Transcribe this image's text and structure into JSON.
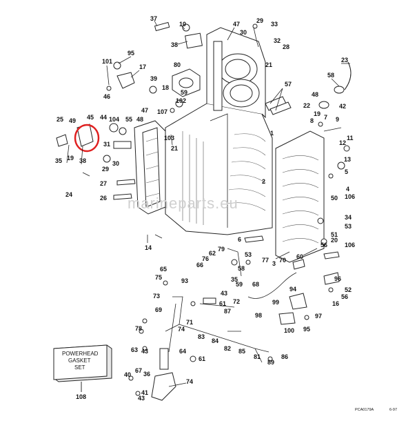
{
  "diagram": {
    "gasket_box_lines": [
      "POWERHEAD",
      "GASKET",
      "SET"
    ],
    "gasket_box_ref": "108",
    "figure_code": "PCA0179A",
    "figure_rev": "6-97",
    "watermark": "marineparts.eu",
    "highlight_color": "#e02020",
    "callouts": {
      "c37": "37",
      "c10": "10",
      "c38": "38",
      "c47": "47",
      "c29": "29",
      "c33": "33",
      "c30": "30",
      "c32": "32",
      "c28": "28",
      "c95": "95",
      "c101": "101",
      "c17": "17",
      "c46": "46",
      "c80": "80",
      "c39": "39",
      "c18": "18",
      "c59": "59",
      "c102": "102",
      "c107": "107",
      "c21a": "21",
      "c23": "23",
      "c58": "58",
      "c42": "42",
      "c57": "57",
      "c48": "48",
      "c22": "22",
      "c19b": "19",
      "c7": "7",
      "c8": "8",
      "c9": "9",
      "c11": "11",
      "c12": "12",
      "c25": "25",
      "c49": "49",
      "c45": "45",
      "c44": "44",
      "c104": "104",
      "c55": "55",
      "c47b": "47",
      "c48b": "48",
      "c35": "35",
      "c19": "19",
      "c38b": "38",
      "c31": "31",
      "c103": "103",
      "c21b": "21",
      "c29b": "29",
      "c30b": "30",
      "c27": "27",
      "c26": "26",
      "c24": "24",
      "c1": "1",
      "c2": "2",
      "c13": "13",
      "c5": "5",
      "c4": "4",
      "c50": "50",
      "c106": "106",
      "c34": "34",
      "c53": "53",
      "c51": "51",
      "c20": "20",
      "c56": "56",
      "c106b": "106",
      "c14": "14",
      "c79": "79",
      "c62": "62",
      "c76": "76",
      "c66": "66",
      "c60": "60",
      "c6": "6",
      "c53b": "53",
      "c77": "77",
      "c3": "3",
      "c70": "70",
      "c58b": "58",
      "c59b": "59",
      "c68": "68",
      "c35b": "35",
      "c65": "65",
      "c75": "75",
      "c93": "93",
      "c43": "43",
      "c61": "61",
      "c72": "72",
      "c73": "73",
      "c69": "69",
      "c87": "87",
      "c99": "99",
      "c94": "94",
      "c96": "96",
      "c52": "52",
      "c56b": "56",
      "c16": "16",
      "c97": "97",
      "c98": "98",
      "c100": "100",
      "c95b": "95",
      "c78": "78",
      "c71": "71",
      "c74": "74",
      "c83": "83",
      "c84": "84",
      "c82": "82",
      "c85": "85",
      "c81": "81",
      "c89": "89",
      "c86": "86",
      "c63": "63",
      "c43b": "43",
      "c64": "64",
      "c61b": "61",
      "c40": "40",
      "c67": "67",
      "c36": "36",
      "c41": "41",
      "c74b": "74",
      "c43c": "43",
      "c108": "108"
    }
  }
}
